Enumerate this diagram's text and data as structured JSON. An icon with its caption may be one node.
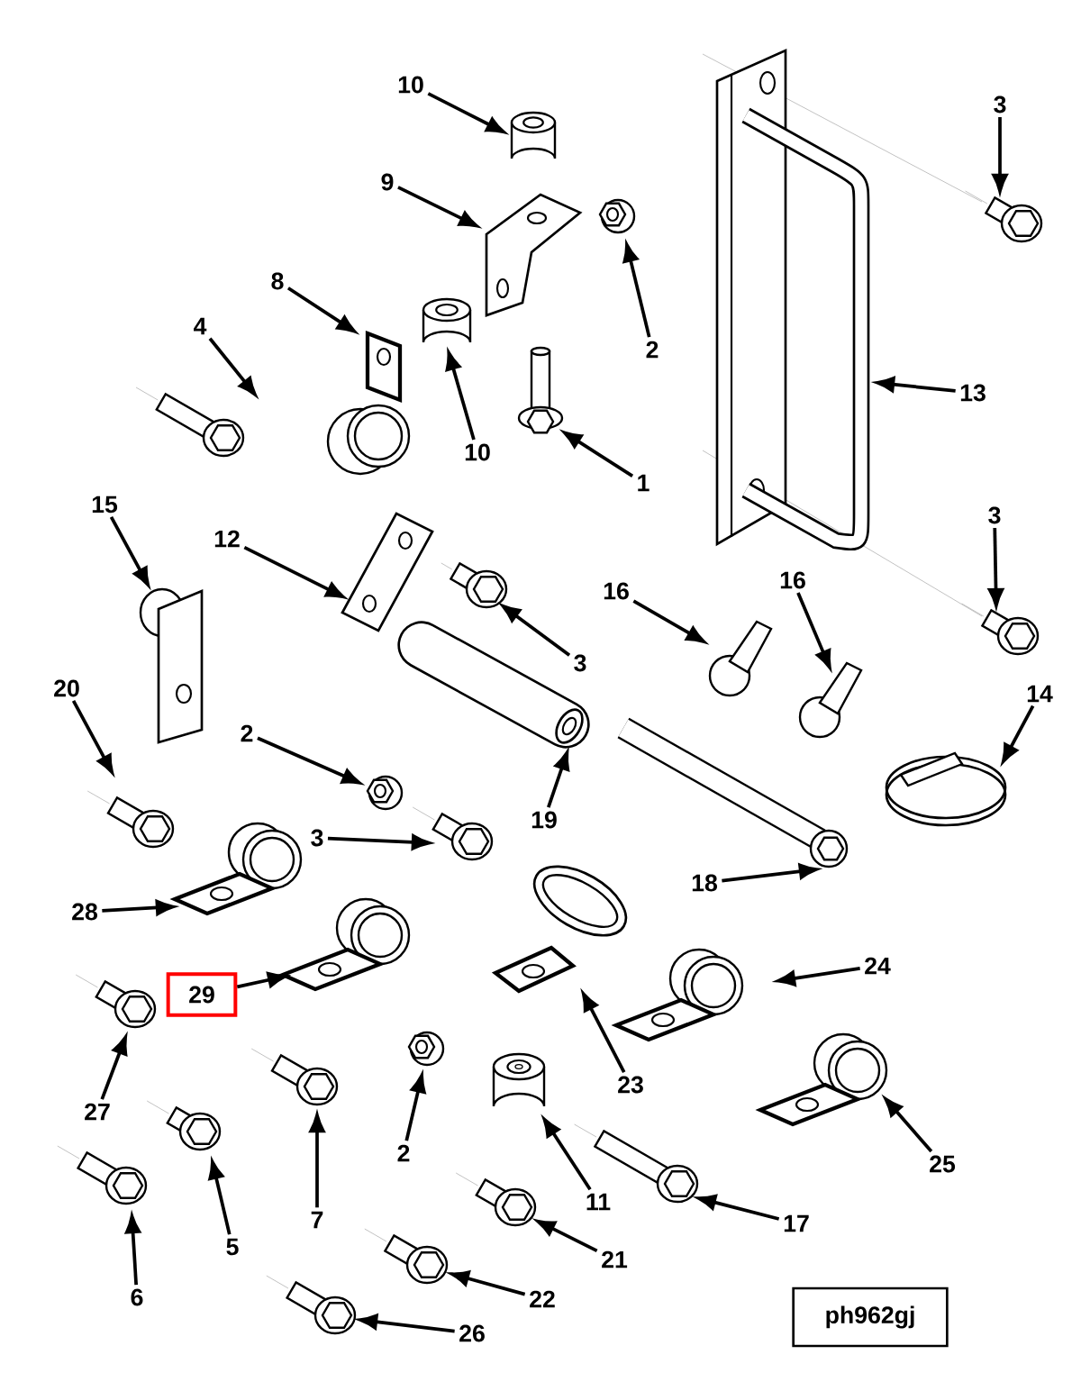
{
  "diagram": {
    "nodes": [
      {
        "text": [
          "10"
        ]
      },
      {
        "text": [
          "9"
        ]
      },
      {
        "text": [
          "8"
        ]
      },
      {
        "text": [
          "4"
        ]
      },
      {
        "text": [
          "10"
        ]
      },
      {
        "text": [
          "2"
        ]
      },
      {
        "text": [
          "1"
        ]
      },
      {
        "text": [
          "3"
        ]
      },
      {
        "text": [
          "13"
        ]
      },
      {
        "text": [
          "3"
        ]
      },
      {
        "text": [
          "15"
        ]
      },
      {
        "text": [
          "12"
        ]
      },
      {
        "text": [
          "3"
        ]
      },
      {
        "text": [
          "16"
        ]
      },
      {
        "text": [
          "16"
        ]
      },
      {
        "text": [
          "14"
        ]
      },
      {
        "text": [
          "20"
        ]
      },
      {
        "text": [
          "2"
        ]
      },
      {
        "text": [
          "3"
        ]
      },
      {
        "text": [
          "19"
        ]
      },
      {
        "text": [
          "18"
        ]
      },
      {
        "text": [
          "28"
        ]
      },
      {
        "text": [
          "29"
        ]
      },
      {
        "text": [
          "24"
        ]
      },
      {
        "text": [
          "27"
        ]
      },
      {
        "text": [
          "7"
        ]
      },
      {
        "text": [
          "2"
        ]
      },
      {
        "text": [
          "11"
        ]
      },
      {
        "text": [
          "23"
        ]
      },
      {
        "text": [
          "25"
        ]
      },
      {
        "text": [
          "5"
        ]
      },
      {
        "text": [
          "21"
        ]
      },
      {
        "text": [
          "17"
        ]
      },
      {
        "text": [
          "6"
        ]
      },
      {
        "text": [
          "22"
        ]
      },
      {
        "text": [
          "26"
        ]
      },
      {
        "text": [
          "ph962gj"
        ]
      },
      {
        "text": [],
        "shape": "cylinder"
      },
      {
        "text": [],
        "shape": "picture"
      },
      {
        "text": [],
        "shape": "picture"
      },
      {
        "text": [],
        "shape": "picture"
      },
      {
        "text": [],
        "shape": "cylinder"
      },
      {
        "text": [],
        "shape": "picture"
      },
      {
        "text": [],
        "shape": "picture"
      },
      {
        "text": [],
        "shape": "picture"
      },
      {
        "text": [],
        "shape": "picture"
      },
      {
        "text": [],
        "shape": "picture"
      },
      {
        "text": [],
        "shape": "picture"
      },
      {
        "text": [],
        "shape": "picture"
      },
      {
        "text": [],
        "shape": "picture"
      },
      {
        "text": [],
        "shape": "picture"
      },
      {
        "text": [],
        "shape": "picture"
      },
      {
        "text": [],
        "shape": "picture"
      },
      {
        "text": [],
        "shape": "picture"
      },
      {
        "text": [],
        "shape": "picture"
      },
      {
        "text": [],
        "shape": "picture"
      },
      {
        "text": [],
        "shape": "picture"
      },
      {
        "text": [],
        "shape": "picture"
      },
      {
        "text": [],
        "shape": "picture"
      },
      {
        "text": [],
        "shape": "picture"
      },
      {
        "text": [],
        "shape": "picture"
      },
      {
        "text": [],
        "shape": "picture"
      },
      {
        "text": [],
        "shape": "picture"
      },
      {
        "text": [],
        "shape": "picture"
      },
      {
        "text": [],
        "shape": "picture"
      },
      {
        "text": [],
        "shape": "picture"
      },
      {
        "text": [],
        "shape": "picture"
      },
      {
        "text": [],
        "shape": "picture"
      },
      {
        "text": [],
        "shape": "picture"
      },
      {
        "text": [],
        "shape": "picture"
      },
      {
        "text": [],
        "shape": "picture"
      },
      {
        "text": [],
        "shape": "picture"
      },
      {
        "text": [],
        "shape": "picture"
      }
    ],
    "edges": [
      {
        "from": 0,
        "to": 37,
        "arrow": "to"
      },
      {
        "from": 1,
        "to": 38,
        "arrow": "to"
      },
      {
        "from": 2,
        "to": 39,
        "arrow": "to"
      },
      {
        "from": 3,
        "to": 40,
        "arrow": "to"
      },
      {
        "from": 4,
        "to": 41,
        "arrow": "to"
      },
      {
        "from": 5,
        "to": 42,
        "arrow": "to"
      },
      {
        "from": 6,
        "to": 43,
        "arrow": "to"
      },
      {
        "from": 7,
        "to": 44,
        "arrow": "to"
      },
      {
        "from": 8,
        "to": 45,
        "arrow": "to"
      },
      {
        "from": 9,
        "to": 46,
        "arrow": "to"
      },
      {
        "from": 10,
        "to": 47,
        "arrow": "to"
      },
      {
        "from": 11,
        "to": 48,
        "arrow": "to"
      },
      {
        "from": 12,
        "to": 49,
        "arrow": "to"
      },
      {
        "from": 13,
        "to": 50,
        "arrow": "to"
      },
      {
        "from": 14,
        "to": 51,
        "arrow": "to"
      },
      {
        "from": 15,
        "to": 52,
        "arrow": "to"
      },
      {
        "from": 16,
        "to": 53,
        "arrow": "to"
      },
      {
        "from": 17,
        "to": 54,
        "arrow": "to"
      },
      {
        "from": 18,
        "to": 55,
        "arrow": "to"
      },
      {
        "from": 19,
        "to": 56,
        "arrow": "to"
      },
      {
        "from": 20,
        "to": 57,
        "arrow": "to"
      },
      {
        "from": 21,
        "to": 58,
        "arrow": "to"
      },
      {
        "from": 22,
        "to": 59,
        "arrow": "to"
      },
      {
        "from": 23,
        "to": 60,
        "arrow": "to"
      },
      {
        "from": 24,
        "to": 61,
        "arrow": "to"
      },
      {
        "from": 25,
        "to": 62,
        "arrow": "to"
      },
      {
        "from": 26,
        "to": 63,
        "arrow": "to"
      },
      {
        "from": 27,
        "to": 64,
        "arrow": "to"
      },
      {
        "from": 28,
        "to": 65,
        "arrow": "to"
      },
      {
        "from": 29,
        "to": 66,
        "arrow": "to"
      },
      {
        "from": 30,
        "to": 67,
        "arrow": "to"
      },
      {
        "from": 31,
        "to": 68,
        "arrow": "to"
      },
      {
        "from": 32,
        "to": 69,
        "arrow": "to"
      },
      {
        "from": 33,
        "to": 70,
        "arrow": "to"
      },
      {
        "from": 34,
        "to": 71,
        "arrow": "to"
      },
      {
        "from": 35,
        "to": 72,
        "arrow": "to"
      }
    ]
  }
}
